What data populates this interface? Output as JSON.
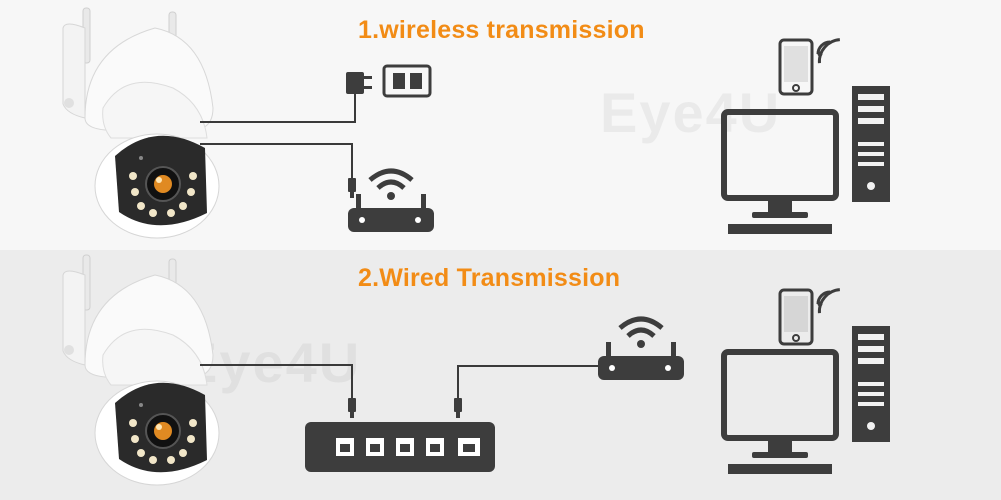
{
  "sections": [
    {
      "title": "1.wireless transmission"
    },
    {
      "title": "2.Wired Transmission"
    }
  ],
  "watermark": "Eye4U",
  "colors": {
    "accent": "#f28c16",
    "device": "#3d3d3d",
    "cable": "#3a3a3a",
    "panel_top": "#f7f7f7",
    "panel_bottom": "#ececec"
  },
  "icons": [
    "camera-icon",
    "power-adapter-icon",
    "power-outlet-icon",
    "wifi-router-icon",
    "smartphone-icon",
    "desktop-computer-icon",
    "network-switch-icon",
    "ethernet-plug-icon",
    "wifi-signal-icon"
  ]
}
